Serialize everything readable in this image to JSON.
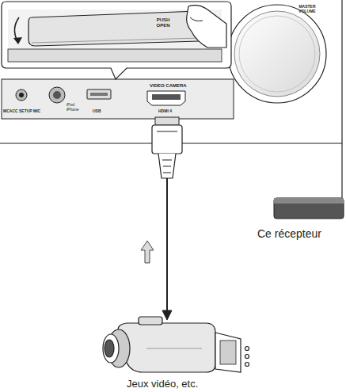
{
  "diagram": {
    "labels": [
      "PUSH OPEN",
      "MASTER VOLUME",
      "MCACC SETUP MIC",
      "iPod iPhone",
      "USB",
      "VIDEO CAMERA",
      "HDMI 4",
      "Ce récepteur",
      "Jeux vidéo, etc."
    ]
  }
}
